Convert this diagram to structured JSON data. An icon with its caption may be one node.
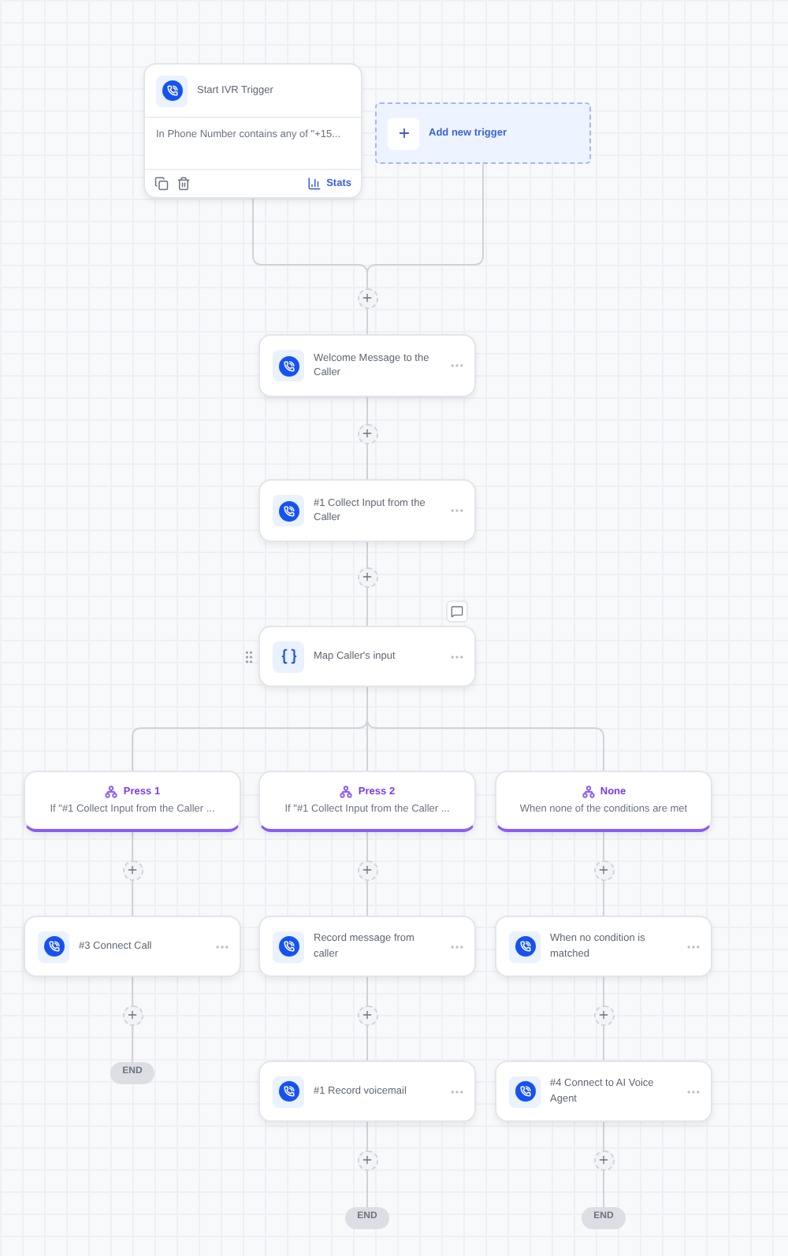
{
  "diagram": {
    "nodes": [
      {
        "text": [
          "Start IVR Trigger",
          "In Phone Number contains any of \"+15...",
          "Stats"
        ]
      },
      {
        "text": [
          "Add new trigger"
        ]
      },
      {
        "text": [
          "Welcome Message to the Caller"
        ]
      },
      {
        "text": [
          "#1 Collect Input from the Caller"
        ]
      },
      {
        "text": [
          "Map Caller's input"
        ]
      },
      {
        "text": [
          "Press 1",
          "If \"#1 Collect Input from the Caller ..."
        ]
      },
      {
        "text": [
          "Press 2",
          "If \"#1 Collect Input from the Caller ..."
        ]
      },
      {
        "text": [
          "None",
          "When none of the conditions are met"
        ]
      },
      {
        "text": [
          "#3 Connect Call"
        ]
      },
      {
        "text": [
          "Record message from caller"
        ]
      },
      {
        "text": [
          "When no condition is matched"
        ]
      },
      {
        "text": [
          "END"
        ]
      },
      {
        "text": [
          "#1 Record voicemail"
        ]
      },
      {
        "text": [
          "#4 Connect to AI Voice Agent"
        ]
      },
      {
        "text": [
          "END"
        ]
      },
      {
        "text": [
          "END"
        ]
      }
    ],
    "edges": [
      {
        "from": 0,
        "to": 2,
        "arrow": "none"
      },
      {
        "from": 1,
        "to": 2,
        "arrow": "none"
      },
      {
        "from": 2,
        "to": 3,
        "arrow": "none"
      },
      {
        "from": 3,
        "to": 4,
        "arrow": "none"
      },
      {
        "from": 4,
        "to": 5,
        "arrow": "none"
      },
      {
        "from": 4,
        "to": 6,
        "arrow": "none"
      },
      {
        "from": 4,
        "to": 7,
        "arrow": "none"
      },
      {
        "from": 5,
        "to": 8,
        "arrow": "none"
      },
      {
        "from": 6,
        "to": 9,
        "arrow": "none"
      },
      {
        "from": 7,
        "to": 10,
        "arrow": "none"
      },
      {
        "from": 8,
        "to": 11,
        "arrow": "none"
      },
      {
        "from": 9,
        "to": 12,
        "arrow": "none"
      },
      {
        "from": 10,
        "to": 13,
        "arrow": "none"
      },
      {
        "from": 12,
        "to": 14,
        "arrow": "none"
      },
      {
        "from": 13,
        "to": 15,
        "arrow": "none"
      }
    ]
  }
}
